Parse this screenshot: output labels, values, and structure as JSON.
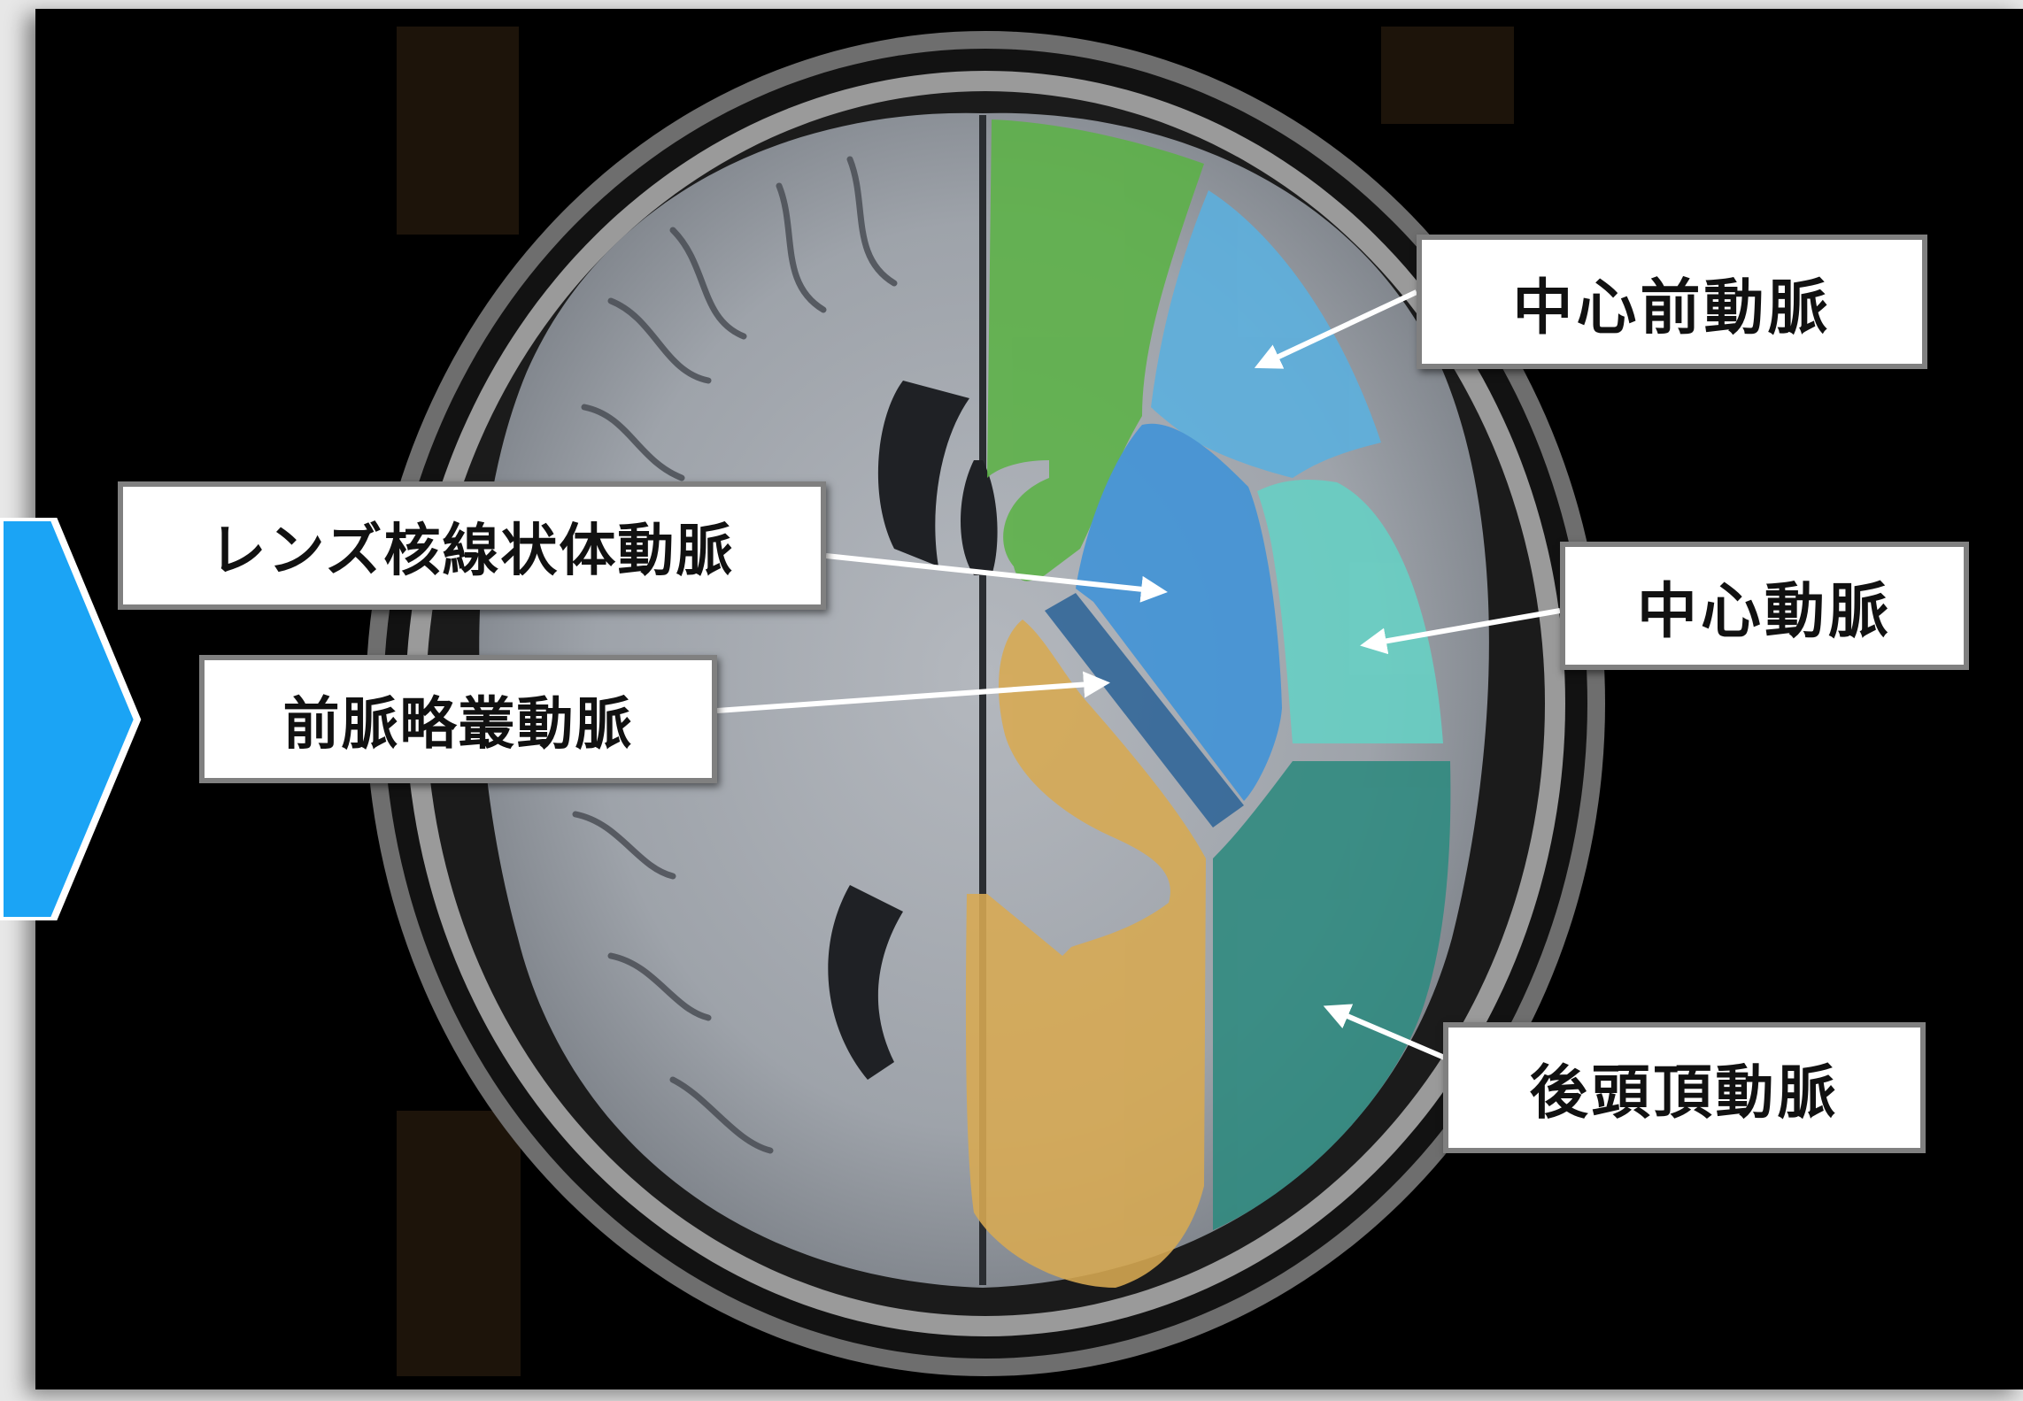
{
  "labels": {
    "lenticulostriate": "レンズ核線状体動脈",
    "anterior_choroidal": "前脈略叢動脈",
    "precentral": "中心前動脈",
    "central": "中心動脈",
    "parietooccipital": "後頭頂動脈"
  },
  "territory_colors": {
    "anterior_frontal": "#5cb247",
    "precentral": "#5bb0df",
    "lenticulostriate": "#3f93d8",
    "anterior_choroidal": "#2f6598",
    "central": "#66d1c5",
    "posterior_cerebral": "#d8aa52",
    "parietooccipital": "#2e8a7f"
  },
  "colors": {
    "background": "#000000",
    "nav_arrow": "#1ba4f5",
    "label_border": "#808080",
    "pointer": "#ffffff"
  },
  "nav_icon": "chevron-right-icon"
}
